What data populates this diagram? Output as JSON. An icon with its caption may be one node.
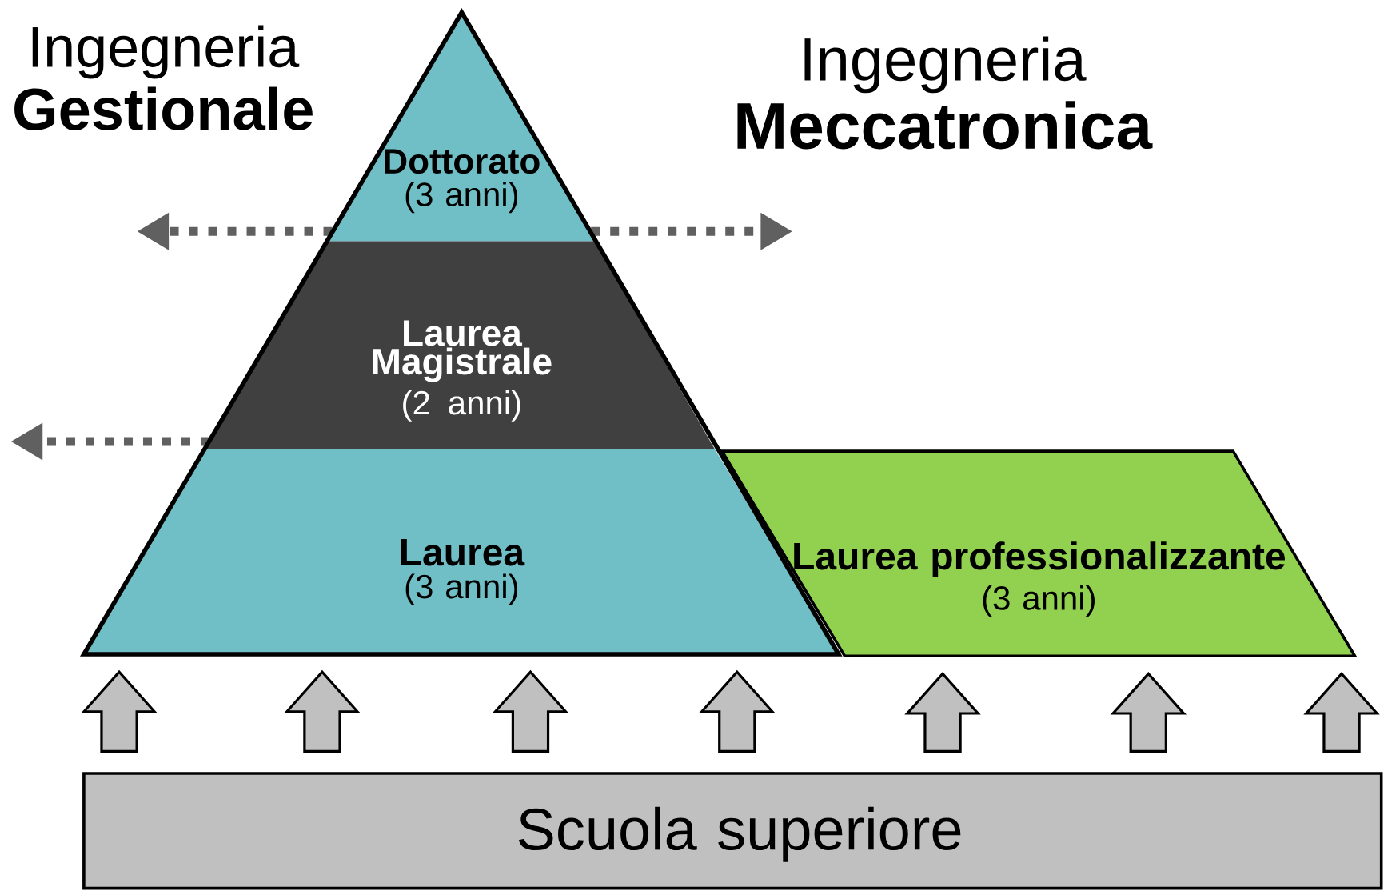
{
  "diagram": {
    "nodes": [
      {
        "text": [
          "Dottorato",
          "(3 anni)"
        ]
      },
      {
        "text": [
          "Laurea Magistrale",
          "(2 anni)"
        ]
      },
      {
        "text": [
          "Laurea",
          "(3 anni)"
        ]
      },
      {
        "text": [
          "Laurea professionalizzante",
          "(3 anni)"
        ]
      },
      {
        "text": [
          "Scuola superiore"
        ]
      },
      {
        "text": [
          "Ingegneria",
          "Gestionale"
        ]
      },
      {
        "text": [
          "Ingegneria",
          "Meccatronica"
        ]
      }
    ],
    "edges": [
      {
        "from": 0,
        "to": 5,
        "arrow": "to",
        "style": "dashed"
      },
      {
        "from": 0,
        "to": 6,
        "arrow": "to",
        "style": "dashed"
      },
      {
        "from": 1,
        "to": null,
        "arrow": "to",
        "style": "dashed"
      },
      {
        "from": 4,
        "to": 2,
        "arrow": "to"
      },
      {
        "from": 4,
        "to": 2,
        "arrow": "to"
      },
      {
        "from": 4,
        "to": 2,
        "arrow": "to"
      },
      {
        "from": 4,
        "to": 2,
        "arrow": "to"
      },
      {
        "from": 4,
        "to": 3,
        "arrow": "to"
      },
      {
        "from": 4,
        "to": 3,
        "arrow": "to"
      },
      {
        "from": 4,
        "to": 3,
        "arrow": "to"
      }
    ]
  }
}
